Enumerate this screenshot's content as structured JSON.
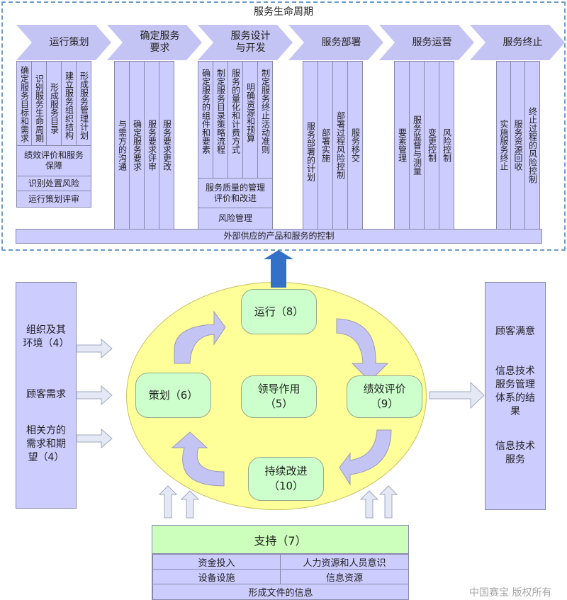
{
  "lifecycle": {
    "title": "服务生命周期",
    "phases": [
      {
        "label": "运行策划"
      },
      {
        "label": "确定服务\n要求"
      },
      {
        "label": "服务设计\n与开发"
      },
      {
        "label": "服务部署"
      },
      {
        "label": "服务运营"
      },
      {
        "label": "服务终止"
      }
    ],
    "planning": {
      "columns": [
        "确定服务目标和需求",
        "识别服务生命周期",
        "形成服务目录",
        "建立服务组织结构",
        "形成服务管理计划"
      ],
      "rows": [
        "绩效评价和服务\n保障",
        "识别处置风险",
        "运行策划评审"
      ]
    },
    "requirements": {
      "columns": [
        "与需方的沟通",
        "确定服务要求",
        "服务要求评审",
        "服务要求更改"
      ]
    },
    "design": {
      "columns": [
        "确定服务的组件和要素",
        "制定服务目录策略流程",
        "服务的量化和计费方式",
        "明确资源和预算",
        "制定服务终止活动准则"
      ],
      "rows": [
        "服务质量的管理\n评价和改进",
        "风险管理"
      ]
    },
    "deployment": {
      "columns": [
        "服务部署的计划",
        "部署实施",
        "部署过程风险控制",
        "服务移交"
      ]
    },
    "operation": {
      "columns": [
        "要素管理",
        "服务监督与测量",
        "变更控制",
        "风险控制"
      ]
    },
    "termination": {
      "columns": [
        "实施服务终止",
        "服务资源回收",
        "终止过程的风险控制"
      ]
    },
    "bottom_bar": "外部供应的产品和服务的控制"
  },
  "inputs": {
    "items": [
      "组织及其\n环境（4）",
      "顾客需求",
      "相关方的\n需求和期\n望（4）"
    ]
  },
  "cycle": {
    "operation": "运行（8）",
    "planning": "策划（6）",
    "leadership": "领导作用\n（5）",
    "evaluation": "绩效评价\n（9）",
    "improvement": "持续改进\n（10）"
  },
  "outputs": {
    "items": [
      "顾客满意",
      "信息技术\n服务管理\n体系的结\n果",
      "信息技术\n服务"
    ]
  },
  "support": {
    "title": "支持（7）",
    "cells": [
      "资金投入",
      "人力资源和人员意识",
      "设备设施",
      "信息资源",
      "形成文件的信息"
    ]
  },
  "watermark": "中国赛宝 版权所有",
  "colors": {
    "lavender": "#ccccff",
    "chevron": "#c4c4f4",
    "ellipse_yellow": "#ffff99",
    "node_green": "#ccffcc",
    "support_green": "#ccffbb",
    "frame_dash": "#6b9bc8",
    "up_arrow_blue": "#3370c8",
    "hollow_arrow": "#e4e8f4"
  }
}
